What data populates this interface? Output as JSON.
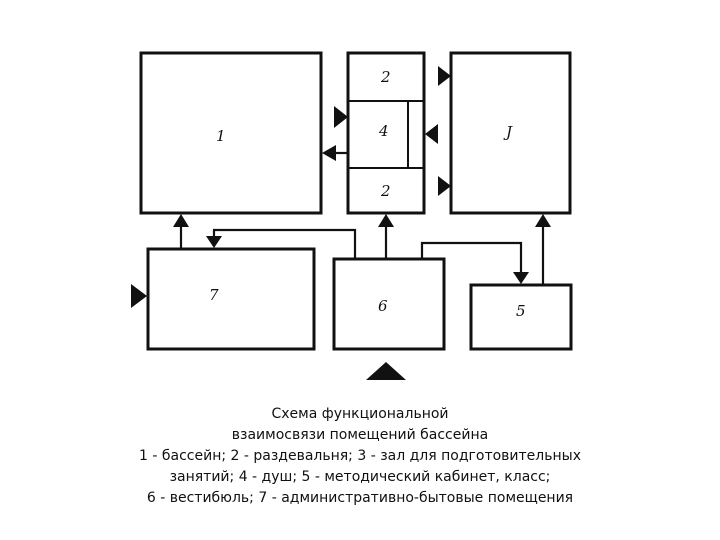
{
  "diagram": {
    "labels": {
      "room_1": "1",
      "room_2_top": "2",
      "room_4": "4",
      "room_2_bottom": "2",
      "room_3": "J",
      "room_7": "7",
      "room_6": "6",
      "room_5": "5"
    }
  },
  "caption": {
    "line1": "Схема функциональной",
    "line2": "взаимосвязи помещений бассейна",
    "line3": "1 - бассейн; 2 - раздевальня; 3 - зал для подготовительных",
    "line4": "занятий; 4 - душ; 5 - методический кабинет, класс;",
    "line5": "6 - вестибюль; 7 - административно-бытовые помещения"
  }
}
